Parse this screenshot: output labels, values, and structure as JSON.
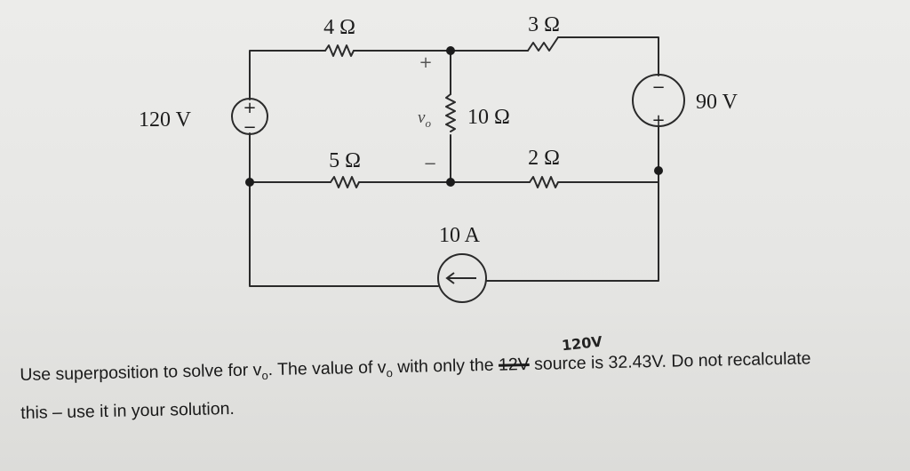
{
  "circuit": {
    "source_left_label": "120 V",
    "source_right_label": "90 V",
    "current_source_label": "10 A",
    "r_top_left": "4 Ω",
    "r_top_right": "3 Ω",
    "r_mid_left": "5 Ω",
    "r_mid_right": "2 Ω",
    "r_center": "10 Ω",
    "vo_symbol": "v",
    "vo_subscript": "o",
    "plus": "+",
    "minus": "−"
  },
  "caption": {
    "line1_before": "Use superposition to solve for v",
    "line1_sub1": "o",
    "line1_middle": ". The value of v",
    "line1_sub2": "o",
    "line1_after_sub": " with only the ",
    "struck_text": "12V",
    "line1_end": " source is 32.43V. Do not recalculate",
    "line2": "this – use it in your solution.",
    "handwritten_correction": "120V"
  }
}
